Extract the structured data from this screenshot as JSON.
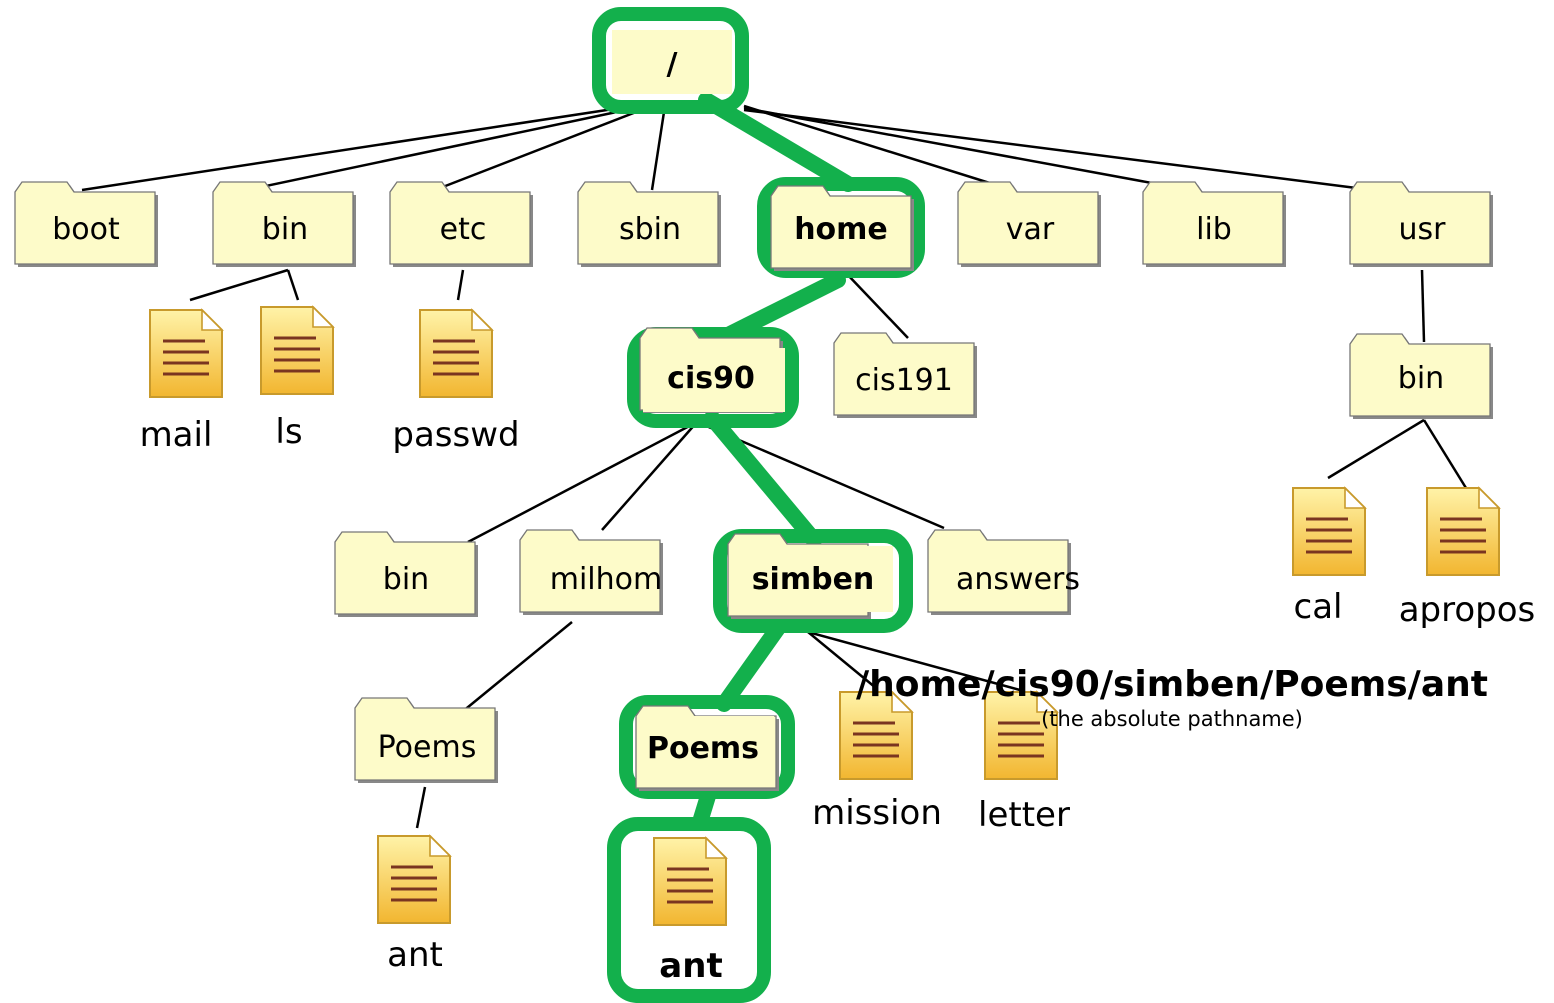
{
  "root": "/",
  "top_dirs": [
    "boot",
    "bin",
    "etc",
    "sbin",
    "home",
    "var",
    "lib",
    "usr"
  ],
  "bin_files": [
    "mail",
    "ls"
  ],
  "etc_files": [
    "passwd"
  ],
  "home_dirs": [
    "cis90",
    "cis191"
  ],
  "cis90_dirs": [
    "bin",
    "milhom",
    "simben",
    "answers"
  ],
  "milhom_dirs": [
    "Poems"
  ],
  "milhom_poems_files": [
    "ant"
  ],
  "simben_dirs": [
    "Poems"
  ],
  "simben_files": [
    "mission",
    "letter"
  ],
  "simben_poems_files": [
    "ant"
  ],
  "usr_dirs": [
    "bin"
  ],
  "usr_bin_files": [
    "cal",
    "apropos"
  ],
  "highlight_color": "#13b04c",
  "folder_color": "#fdfbc9",
  "absolute_path": "/home/cis90/simben/Poems/ant",
  "caption": "(the absolute pathname)"
}
